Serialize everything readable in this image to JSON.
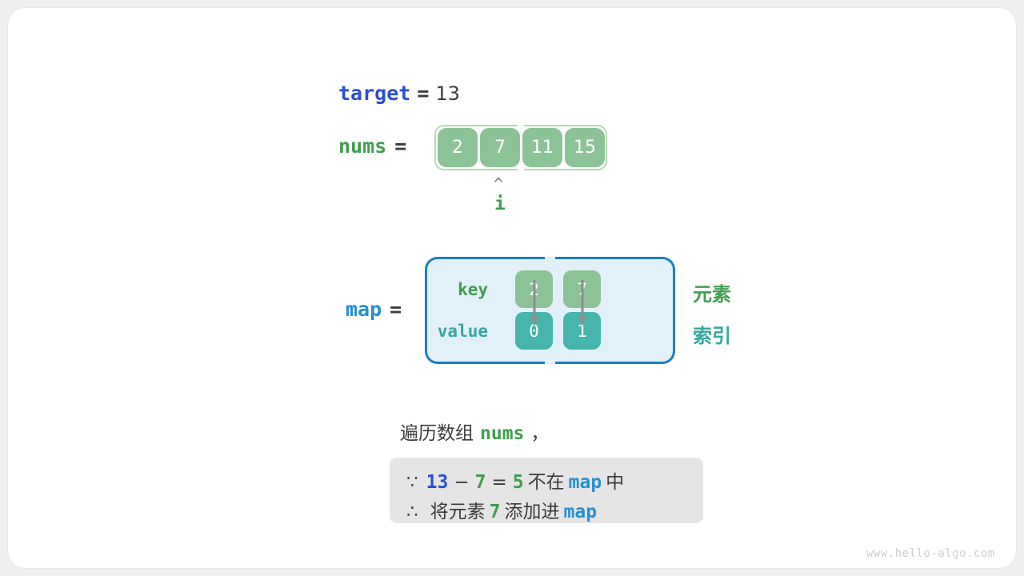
{
  "diagram": {
    "target": {
      "name_label": "target",
      "equals": "=",
      "value": "13"
    },
    "nums": {
      "name_label": "nums",
      "equals": "=",
      "cells": [
        "2",
        "7",
        "11",
        "15"
      ],
      "pointer": {
        "caret_glyph": "^",
        "label": "i",
        "points_to_index": 1
      }
    },
    "map": {
      "name_label": "map",
      "equals": "=",
      "row_labels": {
        "key": "key",
        "value": "value"
      },
      "entries": [
        {
          "key": "2",
          "value": "0"
        },
        {
          "key": "7",
          "value": "1"
        }
      ],
      "side_labels": {
        "key_meaning": "元素",
        "value_meaning": "索引"
      }
    },
    "caption": {
      "prefix": "遍历数组",
      "keyword": "nums",
      "suffix": "，"
    },
    "note": {
      "line1": {
        "symbol": "∵",
        "target_value": "13",
        "minus": "−",
        "current_value": "7",
        "equals": "=",
        "result": "5",
        "text_mid": "不在",
        "map_word": "map",
        "text_end": "中"
      },
      "line2": {
        "symbol": "∴",
        "text_start": "将元素",
        "value": "7",
        "text_mid": "添加进",
        "map_word": "map"
      }
    },
    "watermark": "www.hello-algo.com"
  },
  "colors": {
    "target_blue": "#2b4fd4",
    "map_blue": "#2490d0",
    "nums_green": "#3f9e4d",
    "cell_green": "#8cc396",
    "cell_teal": "#45b5ae",
    "note_bg": "#e5e5e5",
    "map_bg": "#e2f0fa"
  }
}
